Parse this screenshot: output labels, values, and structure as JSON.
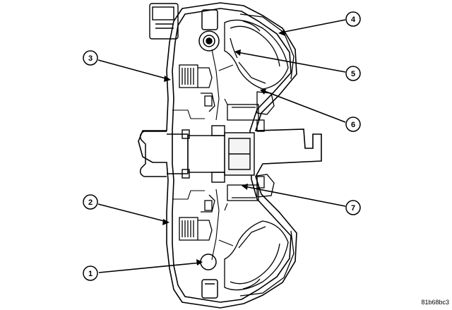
{
  "diagram": {
    "figure_code": "81b68bc3",
    "callouts": [
      {
        "id": "1",
        "label": "1"
      },
      {
        "id": "2",
        "label": "2"
      },
      {
        "id": "3",
        "label": "3"
      },
      {
        "id": "4",
        "label": "4"
      },
      {
        "id": "5",
        "label": "5"
      },
      {
        "id": "6",
        "label": "6"
      },
      {
        "id": "7",
        "label": "7"
      }
    ]
  }
}
